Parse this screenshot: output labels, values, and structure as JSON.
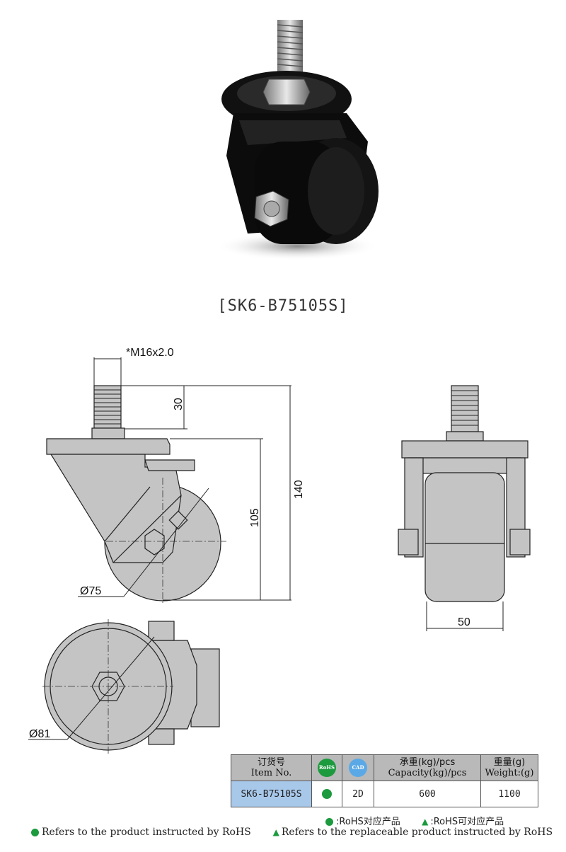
{
  "model_caption": "[SK6-B75105S]",
  "dimensions": {
    "thread": "*M16x2.0",
    "stem_length": "30",
    "wheel_height": "105",
    "total_height": "140",
    "wheel_diameter": "Ø75",
    "wheel_width": "50",
    "swivel_diameter": "Ø81"
  },
  "table": {
    "headers": {
      "item_cn": "订货号",
      "item_en": "Item No.",
      "rohs_badge": "RoHS",
      "cad_badge": "CAD",
      "capacity_cn": "承重(kg)/pcs",
      "capacity_en": "Capacity(kg)/pcs",
      "weight_cn": "重量(g)",
      "weight_en": "Weight:(g)"
    },
    "row": {
      "item_no": "SK6-B75105S",
      "cad": "2D",
      "capacity": "600",
      "weight": "1100"
    }
  },
  "legend": {
    "rohs_cn": ":RoHS对应产品",
    "replaceable_cn": ":RoHS可对应产品",
    "rohs_en": "Refers to the product instructed by RoHS",
    "replaceable_en": "Refers to the replaceable product instructed by RoHS"
  },
  "colors": {
    "rohs_green": "#1c9a3e",
    "cad_blue": "#5aa9e6",
    "item_cell": "#a8c8ea",
    "part_fill": "#c4c4c4"
  }
}
